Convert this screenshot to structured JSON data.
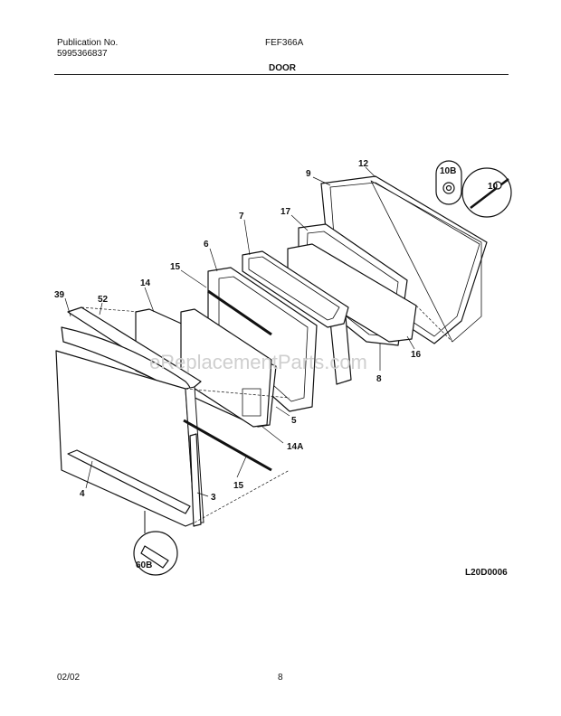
{
  "header": {
    "publication_label": "Publication No.",
    "publication_number": "5995366837",
    "model": "FEF366A",
    "section_title": "DOOR"
  },
  "diagram": {
    "callouts": [
      "39",
      "52",
      "14",
      "15",
      "6",
      "7",
      "17",
      "9",
      "12",
      "10B",
      "10",
      "16",
      "8",
      "5",
      "14A",
      "15",
      "3",
      "4",
      "60B"
    ],
    "watermark": "eReplacementParts.com",
    "drawing_code": "L20D0006"
  },
  "footer": {
    "date": "02/02",
    "page": "8"
  }
}
